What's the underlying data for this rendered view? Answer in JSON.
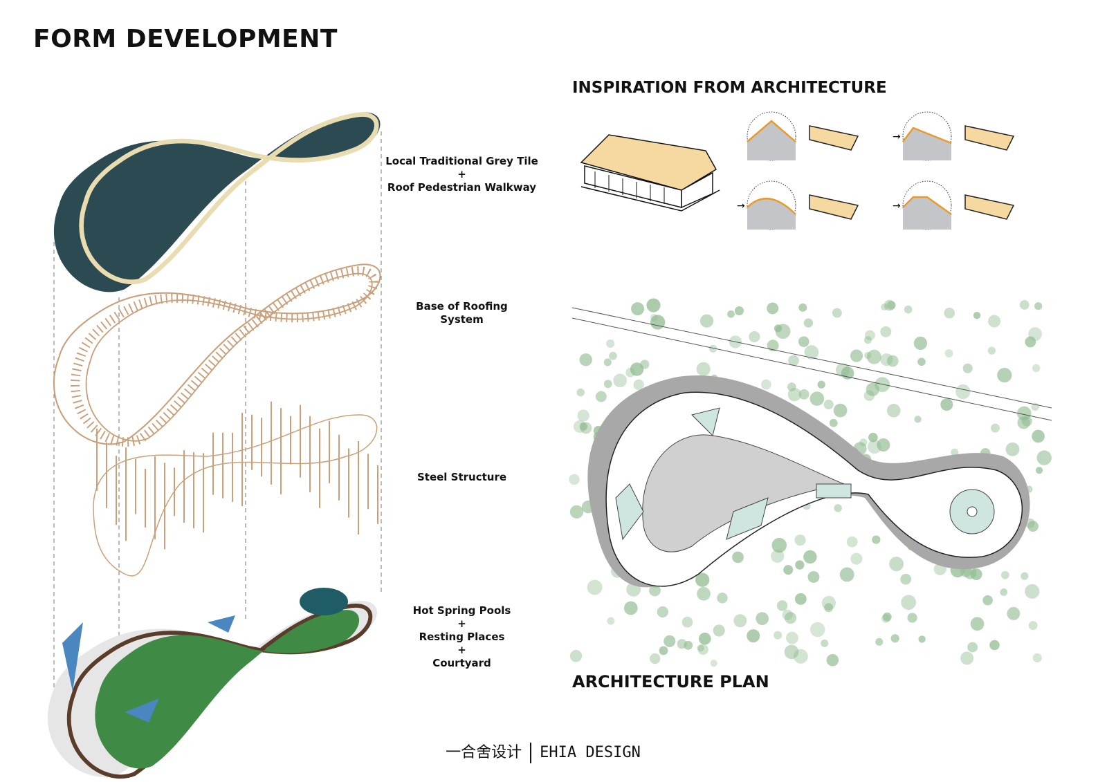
{
  "title": "FORM DEVELOPMENT",
  "layers": [
    {
      "lines": [
        "Local Traditional Grey Tile",
        "+",
        "Roof Pedestrian Walkway"
      ]
    },
    {
      "lines": [
        "Base of Roofing",
        "System"
      ]
    },
    {
      "lines": [
        "Steel Structure"
      ]
    },
    {
      "lines": [
        "Hot Spring Pools",
        "+",
        "Resting Places",
        "+",
        "Courtyard"
      ]
    }
  ],
  "inspiration": {
    "heading": "INSPIRATION FROM ARCHITECTURE"
  },
  "plan": {
    "heading": "ARCHITECTURE PLAN"
  },
  "footer": {
    "chinese": "一合舍设计",
    "english": "EHIA DESIGN"
  },
  "colors": {
    "tile": "#2c4a52",
    "walkway": "#e8dcb0",
    "timber": "#c9a07a",
    "roof": "#f5d9a0",
    "orange": "#e89a2c",
    "pool": "#cfe5e0",
    "tree": "#8fba8f"
  }
}
